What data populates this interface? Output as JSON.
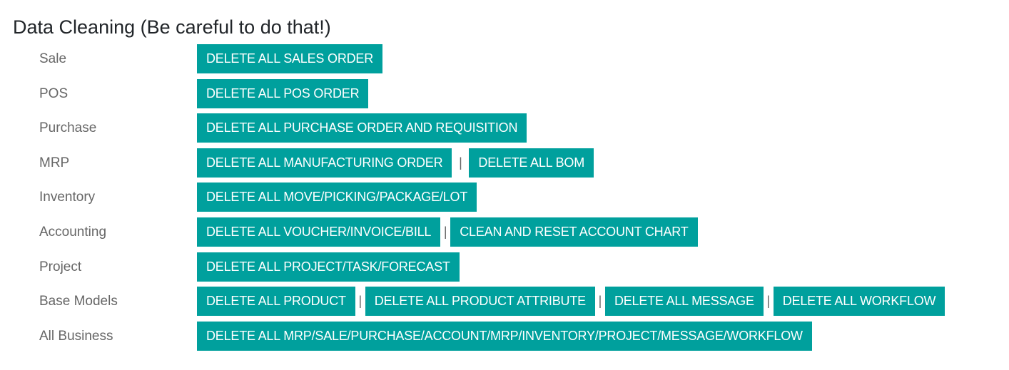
{
  "page": {
    "title": "Data Cleaning (Be careful to do that!)"
  },
  "separator": "|",
  "rows": [
    {
      "label": "Sale",
      "buttons": [
        "DELETE ALL SALES ORDER"
      ]
    },
    {
      "label": "POS",
      "buttons": [
        "DELETE ALL POS ORDER"
      ]
    },
    {
      "label": "Purchase",
      "buttons": [
        "DELETE ALL PURCHASE ORDER AND REQUISITION"
      ]
    },
    {
      "label": "MRP",
      "buttons": [
        "DELETE ALL MANUFACTURING ORDER",
        "DELETE ALL BOM"
      ]
    },
    {
      "label": "Inventory",
      "buttons": [
        "DELETE ALL MOVE/PICKING/PACKAGE/LOT"
      ]
    },
    {
      "label": "Accounting",
      "buttons": [
        "DELETE ALL VOUCHER/INVOICE/BILL",
        "CLEAN AND RESET ACCOUNT CHART"
      ]
    },
    {
      "label": "Project",
      "buttons": [
        "DELETE ALL PROJECT/TASK/FORECAST"
      ]
    },
    {
      "label": "Base Models",
      "buttons": [
        "DELETE ALL PRODUCT",
        "DELETE ALL PRODUCT ATTRIBUTE",
        "DELETE ALL MESSAGE",
        "DELETE ALL WORKFLOW"
      ]
    },
    {
      "label": "All Business",
      "buttons": [
        "DELETE ALL MRP/SALE/PURCHASE/ACCOUNT/MRP/INVENTORY/PROJECT/MESSAGE/WORKFLOW"
      ]
    }
  ],
  "colors": {
    "button_bg": "#00a09d",
    "button_text": "#ffffff",
    "label_text": "#666666",
    "title_text": "#212529"
  }
}
